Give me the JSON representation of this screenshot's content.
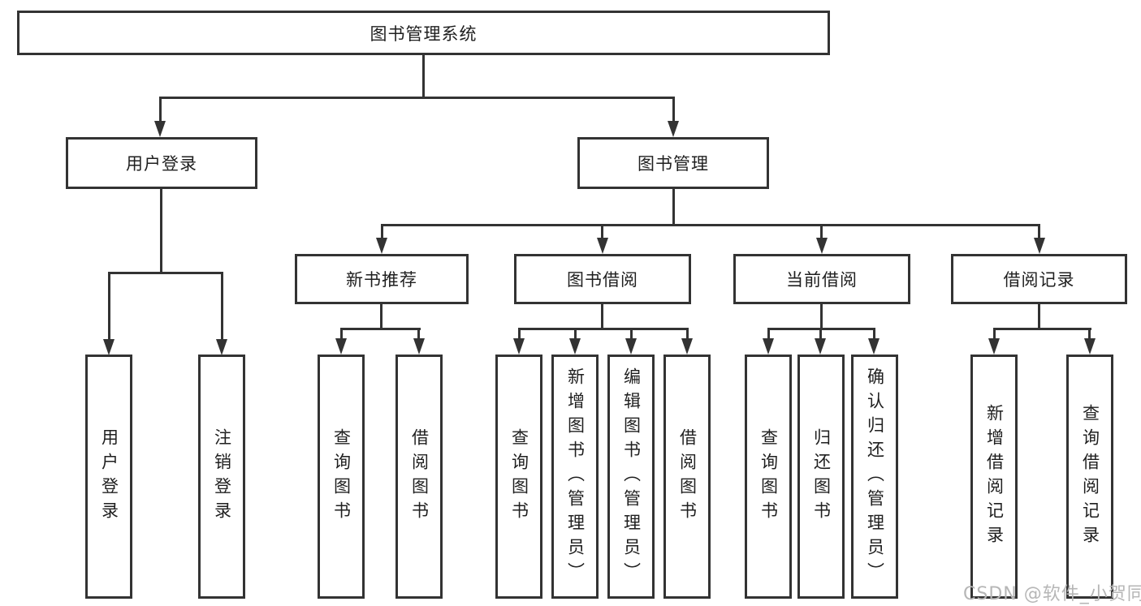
{
  "diagram_title": "图书管理系统",
  "tree": {
    "label": "图书管理系统",
    "children": [
      {
        "label": "用户登录",
        "children": [
          {
            "label": "用户登录"
          },
          {
            "label": "注销登录"
          }
        ]
      },
      {
        "label": "图书管理",
        "children": [
          {
            "label": "新书推荐",
            "children": [
              {
                "label": "查询图书"
              },
              {
                "label": "借阅图书"
              }
            ]
          },
          {
            "label": "图书借阅",
            "children": [
              {
                "label": "查询图书"
              },
              {
                "label": "新增图书（管理员）"
              },
              {
                "label": "编辑图书（管理员）"
              },
              {
                "label": "借阅图书"
              }
            ]
          },
          {
            "label": "当前借阅",
            "children": [
              {
                "label": "查询图书"
              },
              {
                "label": "归还图书"
              },
              {
                "label": "确认归还（管理员）"
              }
            ]
          },
          {
            "label": "借阅记录",
            "children": [
              {
                "label": "新增借阅记录"
              },
              {
                "label": "查询借阅记录"
              }
            ]
          }
        ]
      }
    ]
  },
  "watermark": {
    "text": "CSDN @软件_小贺同学"
  },
  "colors": {
    "line": "#333333",
    "text": "#1f1f1f",
    "background": "#ffffff",
    "watermark": "#b6b6b6"
  }
}
